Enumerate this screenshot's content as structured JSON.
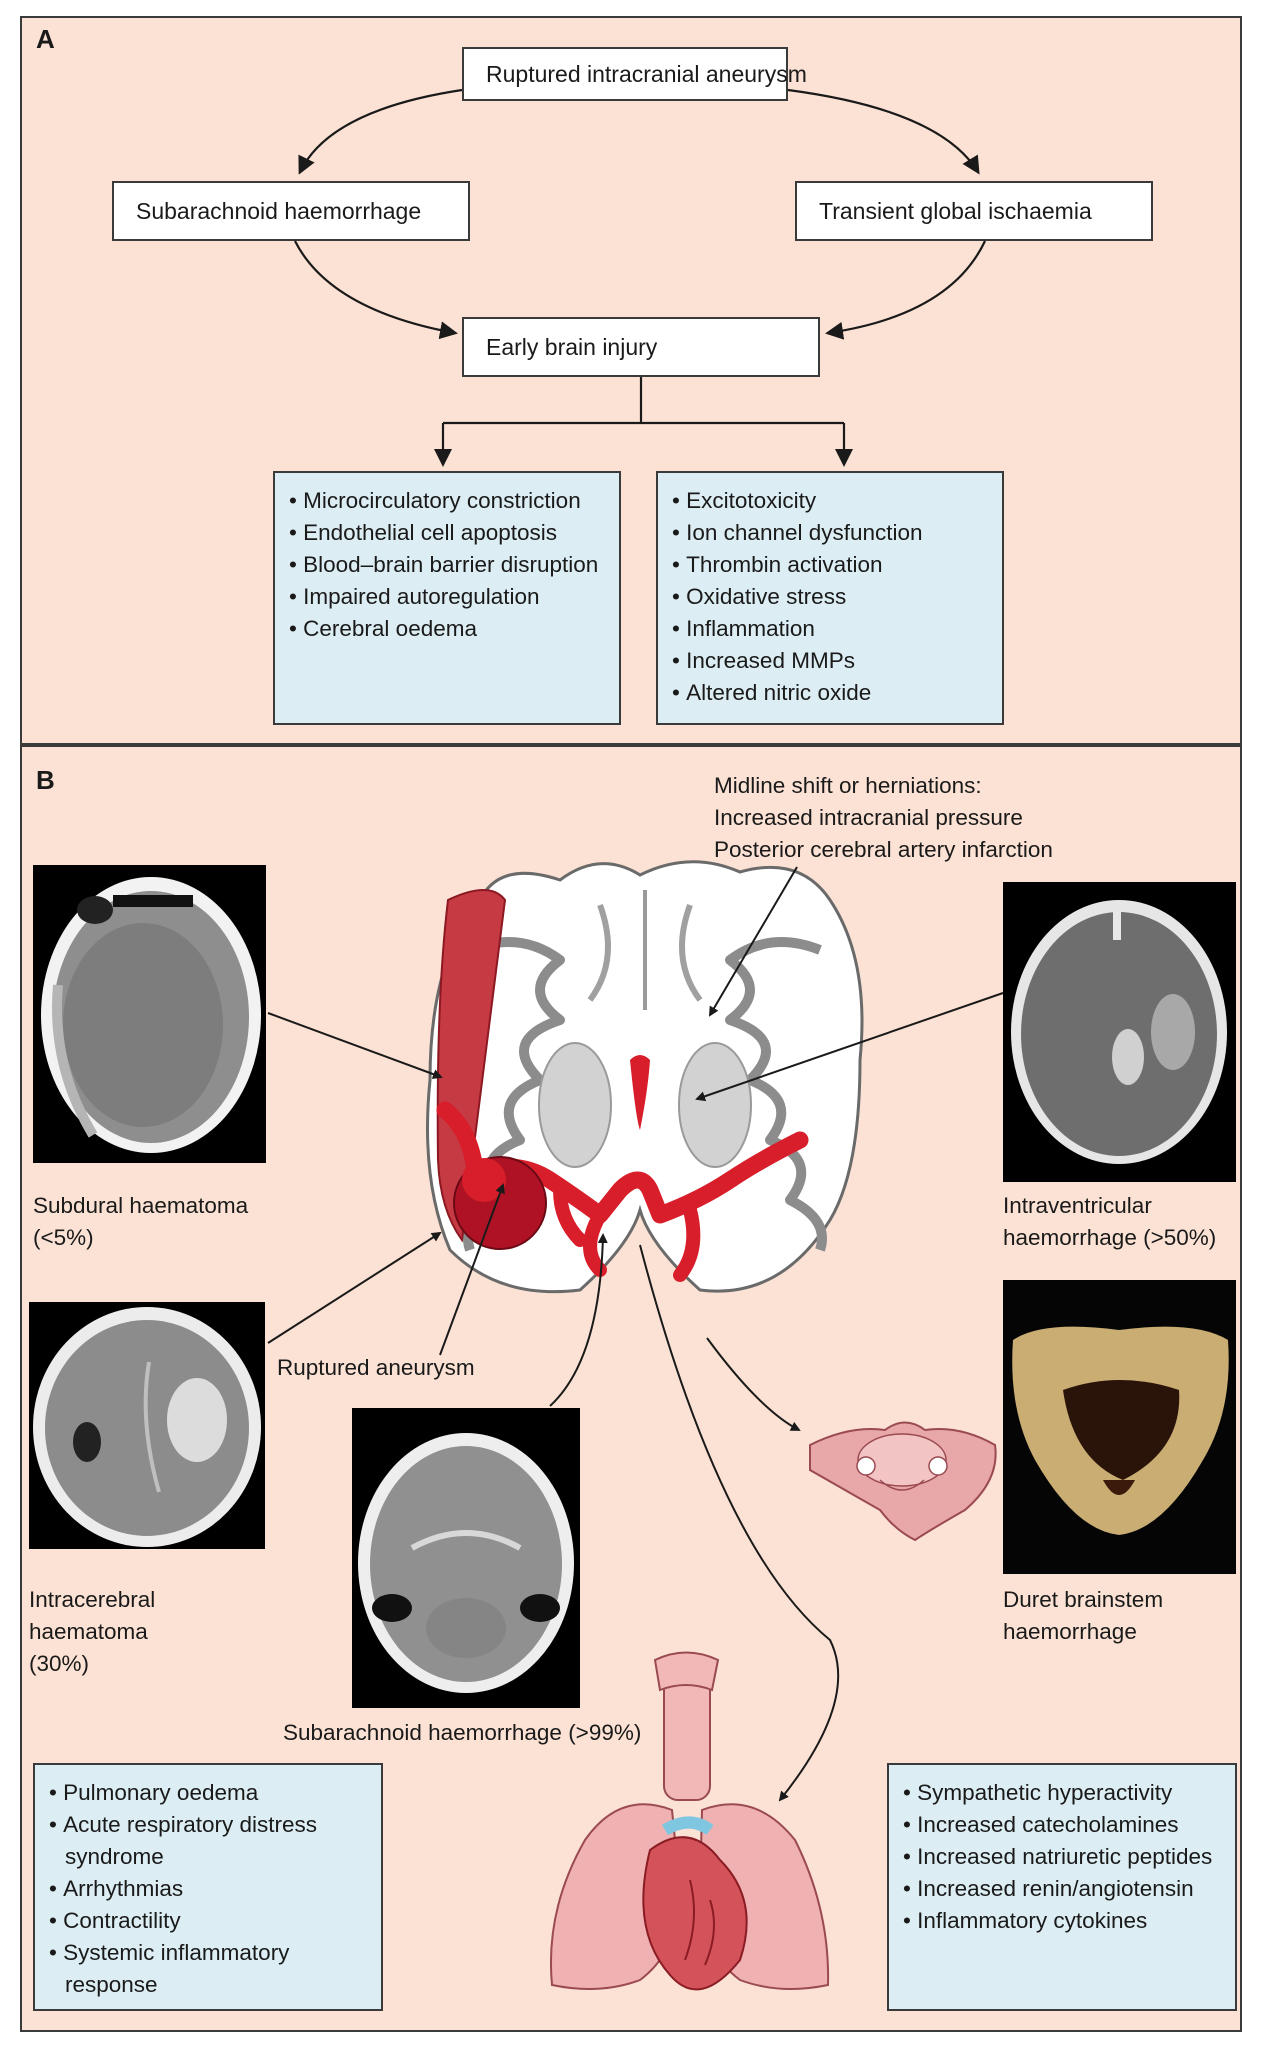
{
  "panel_a": {
    "label": "A",
    "top": "Ruptured intracranial aneurysm",
    "left": "Subarachnoid haemorrhage",
    "right": "Transient global ischaemia",
    "center": "Early brain injury",
    "list_left": [
      "Microcirculatory constriction",
      "Endothelial cell apoptosis",
      "Blood–brain barrier disruption",
      "Impaired autoregulation",
      "Cerebral oedema"
    ],
    "list_right": [
      "Excitotoxicity",
      "Ion channel dysfunction",
      "Thrombin activation",
      "Oxidative stress",
      "Inflammation",
      "Increased MMPs",
      "Altered nitric oxide"
    ]
  },
  "panel_b": {
    "label": "B",
    "midline_lines": [
      "Midline shift or herniations:",
      "Increased intracranial pressure",
      "Posterior cerebral artery infarction"
    ],
    "subdural_lines": [
      "Subdural haematoma",
      "(<5%)"
    ],
    "ivh_lines": [
      "Intraventricular",
      "haemorrhage (>50%)"
    ],
    "ruptured_aneurysm": "Ruptured aneurysm",
    "intracerebral_lines": [
      "Intracerebral",
      "haematoma",
      "(30%)"
    ],
    "sah": "Subarachnoid haemorrhage (>99%)",
    "duret_lines": [
      "Duret brainstem",
      "haemorrhage"
    ],
    "list_left": [
      "Pulmonary oedema",
      "Acute respiratory distress syndrome",
      "Arrhythmias",
      "Contractility",
      "Systemic inflammatory response"
    ],
    "list_right": [
      "Sympathetic hyperactivity",
      "Increased catecholamines",
      "Increased natriuretic peptides",
      "Increased renin/angiotensin",
      "Inflammatory cytokines"
    ]
  },
  "colors": {
    "panel_bg": "#fbe2d4",
    "list_bg": "#dcedf3",
    "blood": "#d81e2a",
    "dark_blood": "#9c1020"
  }
}
